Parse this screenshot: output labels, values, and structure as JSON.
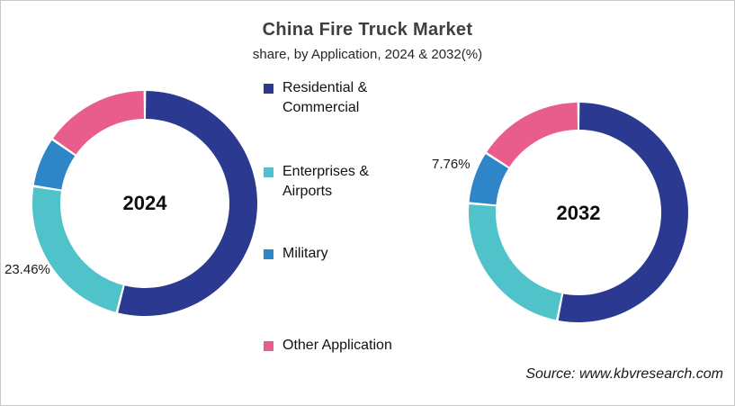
{
  "header": {
    "title": "China Fire Truck Market",
    "subtitle": "share, by Application, 2024 & 2032(%)"
  },
  "footer": {
    "source": "Source: www.kbvresearch.com"
  },
  "legend": {
    "position": "center-between-charts",
    "items": [
      {
        "label": "Residential & Commercial",
        "color": "#2B3990"
      },
      {
        "label": "Enterprises & Airports",
        "color": "#4FC2CA"
      },
      {
        "label": "Military",
        "color": "#2E86C8"
      },
      {
        "label": "Other Application",
        "color": "#E85D8C"
      }
    ]
  },
  "chart_data": [
    {
      "type": "pie",
      "subtype": "donut",
      "center_label": "2024",
      "categories": [
        "Residential & Commercial",
        "Enterprises & Airports",
        "Military",
        "Other Application"
      ],
      "values": [
        54.0,
        23.46,
        7.2,
        15.34
      ],
      "colors": [
        "#2B3990",
        "#4FC2CA",
        "#2E86C8",
        "#E85D8C"
      ],
      "data_labels": [
        null,
        "23.46%",
        null,
        null
      ],
      "start_angle_deg": 0,
      "direction": "clockwise",
      "donut_hole_ratio": 0.75,
      "slice_gap_color": "#ffffff"
    },
    {
      "type": "pie",
      "subtype": "donut",
      "center_label": "2032",
      "categories": [
        "Residential & Commercial",
        "Enterprises & Airports",
        "Military",
        "Other Application"
      ],
      "values": [
        53.1,
        23.24,
        7.76,
        15.9
      ],
      "colors": [
        "#2B3990",
        "#4FC2CA",
        "#2E86C8",
        "#E85D8C"
      ],
      "data_labels": [
        null,
        null,
        "7.76%",
        null
      ],
      "start_angle_deg": 0,
      "direction": "clockwise",
      "donut_hole_ratio": 0.75,
      "slice_gap_color": "#ffffff"
    }
  ]
}
